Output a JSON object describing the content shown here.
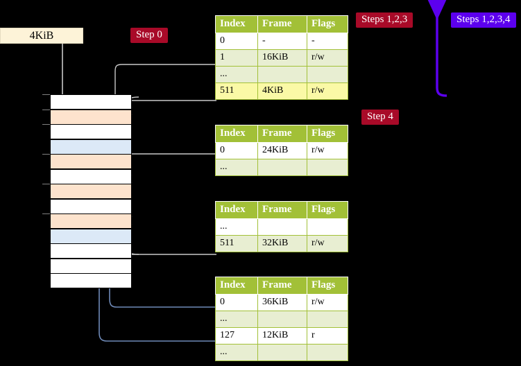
{
  "labels": {
    "step0": "Step 0",
    "step4": "Step 4",
    "steps123": "Steps 1,2,3",
    "steps1234": "Steps 1,2,3,4",
    "kib_box": "4KiB"
  },
  "colors": {
    "red_badge": "#a80a28",
    "purple_badge": "#5c00ee",
    "table_header": "#a2c037",
    "table_alt_row": "#e8eed2",
    "table_highlight": "#faf9a6",
    "mem_orange": "#fde3cd",
    "mem_blue": "#dce9f7",
    "kib_box_bg": "#fdf3d8",
    "grey_connector": "#b9b9b9",
    "blue_connector": "#6f8ab8"
  },
  "tables": [
    {
      "name": "pml4-table",
      "headers": [
        "Index",
        "Frame",
        "Flags"
      ],
      "rows": [
        {
          "style": "plain",
          "cells": [
            "0",
            "-",
            "-"
          ]
        },
        {
          "style": "alt",
          "cells": [
            "1",
            "16KiB",
            "r/w"
          ]
        },
        {
          "style": "alt",
          "cells": [
            "...",
            "",
            ""
          ]
        },
        {
          "style": "highlight",
          "cells": [
            "511",
            "4KiB",
            "r/w"
          ]
        }
      ]
    },
    {
      "name": "pdpt-table",
      "headers": [
        "Index",
        "Frame",
        "Flags"
      ],
      "rows": [
        {
          "style": "plain",
          "cells": [
            "0",
            "24KiB",
            "r/w"
          ]
        },
        {
          "style": "alt",
          "cells": [
            "...",
            "",
            ""
          ]
        }
      ]
    },
    {
      "name": "pd-table",
      "headers": [
        "Index",
        "Frame",
        "Flags"
      ],
      "rows": [
        {
          "style": "plain",
          "cells": [
            "...",
            "",
            ""
          ]
        },
        {
          "style": "alt",
          "cells": [
            "511",
            "32KiB",
            "r/w"
          ]
        }
      ]
    },
    {
      "name": "pt-table",
      "headers": [
        "Index",
        "Frame",
        "Flags"
      ],
      "rows": [
        {
          "style": "plain",
          "cells": [
            "0",
            "36KiB",
            "r/w"
          ]
        },
        {
          "style": "alt",
          "cells": [
            "...",
            "",
            ""
          ]
        },
        {
          "style": "plain",
          "cells": [
            "127",
            "12KiB",
            "r"
          ]
        },
        {
          "style": "alt",
          "cells": [
            "...",
            "",
            ""
          ]
        }
      ]
    }
  ],
  "memory_column": {
    "name": "physical-memory-frames",
    "frame_count": 13,
    "frames": [
      {
        "index": 0,
        "fill": "white",
        "tick": true
      },
      {
        "index": 1,
        "fill": "orange",
        "tick": true
      },
      {
        "index": 2,
        "fill": "white",
        "tick": true
      },
      {
        "index": 3,
        "fill": "blue",
        "tick": false
      },
      {
        "index": 4,
        "fill": "orange",
        "tick": true
      },
      {
        "index": 5,
        "fill": "white",
        "tick": false
      },
      {
        "index": 6,
        "fill": "orange",
        "tick": true
      },
      {
        "index": 7,
        "fill": "white",
        "tick": false
      },
      {
        "index": 8,
        "fill": "orange",
        "tick": true
      },
      {
        "index": 9,
        "fill": "blue",
        "tick": false
      },
      {
        "index": 10,
        "fill": "white",
        "tick": false
      },
      {
        "index": 11,
        "fill": "white",
        "tick": false
      },
      {
        "index": 12,
        "fill": "white",
        "tick": false
      }
    ]
  }
}
